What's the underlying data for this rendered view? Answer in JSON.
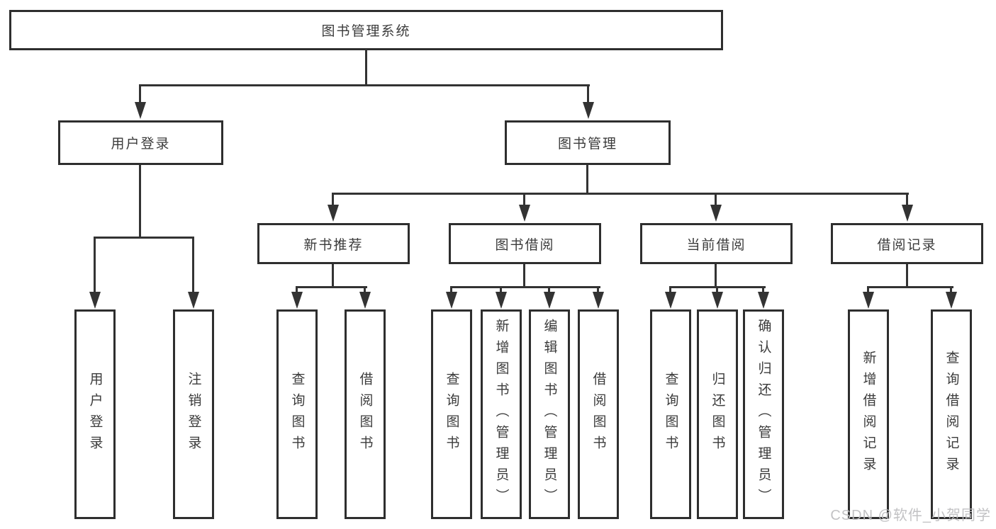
{
  "tree": {
    "label": "图书管理系统",
    "children": [
      {
        "label": "用户登录",
        "children": [
          {
            "label": "用户登录"
          },
          {
            "label": "注销登录"
          }
        ]
      },
      {
        "label": "图书管理",
        "children": [
          {
            "label": "新书推荐",
            "children": [
              {
                "label": "查询图书"
              },
              {
                "label": "借阅图书"
              }
            ]
          },
          {
            "label": "图书借阅",
            "children": [
              {
                "label": "查询图书"
              },
              {
                "label": "新增图书（管理员）"
              },
              {
                "label": "编辑图书（管理员）"
              },
              {
                "label": "借阅图书"
              }
            ]
          },
          {
            "label": "当前借阅",
            "children": [
              {
                "label": "查询图书"
              },
              {
                "label": "归还图书"
              },
              {
                "label": "确认归还（管理员）"
              }
            ]
          },
          {
            "label": "借阅记录",
            "children": [
              {
                "label": "新增借阅记录"
              },
              {
                "label": "查询借阅记录"
              }
            ]
          }
        ]
      }
    ]
  },
  "watermark": {
    "text": "CSDN @软件_小贺同学"
  },
  "colors": {
    "line": "#333333",
    "box_border": "#2e2e2e",
    "text": "#3b3b3b",
    "background": "#ffffff",
    "watermark": "#bdbdbf"
  }
}
